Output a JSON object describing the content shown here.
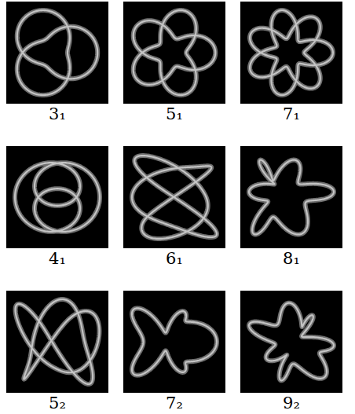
{
  "diagram": {
    "labels": [
      "3₁",
      "5₁",
      "7₁",
      "4₁",
      "6₁",
      "8₁",
      "5₂",
      "7₂",
      "9₂"
    ]
  }
}
